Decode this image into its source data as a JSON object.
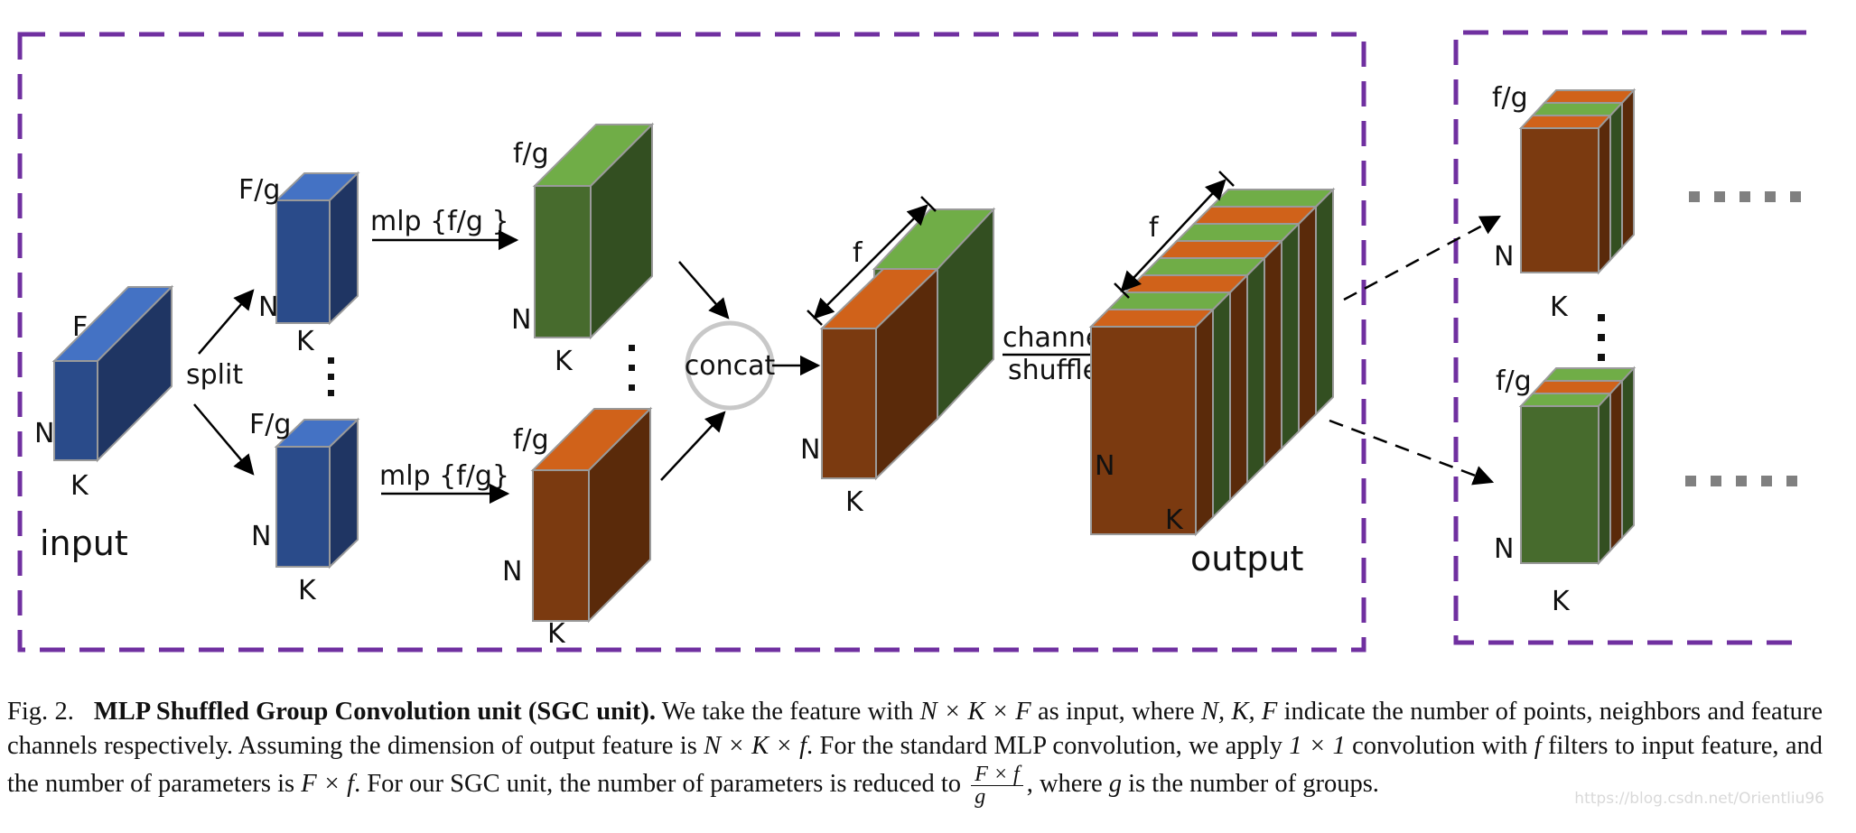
{
  "diagram": {
    "colors": {
      "frame": "#7030a0",
      "blue_front": "#2a4b8a",
      "blue_top": "#4472c4",
      "blue_side": "#1f3563",
      "green_front": "#476b2d",
      "green_top": "#70ad47",
      "green_side": "#334f21",
      "brown_front": "#7b3a10",
      "brown_top": "#d0621a",
      "brown_side": "#5a2a0a",
      "circle": "#c8c8c8"
    },
    "labels": {
      "input_F": "F",
      "input_N": "N",
      "input_K": "K",
      "input": "input",
      "split": "split",
      "split_top_Fg": "F/g",
      "split_top_N": "N",
      "split_top_K": "K",
      "split_bot_Fg": "F/g",
      "split_bot_N": "N",
      "split_bot_K": "K",
      "mlp_top": "mlp {f/g }",
      "mlp_bot": "mlp {f/g}",
      "green_fg": "f/g",
      "green_N": "N",
      "green_K": "K",
      "orange_fg": "f/g",
      "orange_N": "N",
      "orange_K": "K",
      "concat": "concat",
      "concat_f": "f",
      "concat_N": "N",
      "concat_K": "K",
      "channel": "channel",
      "shuffle": "shuffle",
      "out_f": "f",
      "out_N": "N",
      "out_K": "K",
      "output": "output",
      "r1_fg": "f/g",
      "r1_N": "N",
      "r1_K": "K",
      "r2_fg": "f/g",
      "r2_N": "N",
      "r2_K": "K"
    }
  },
  "caption": {
    "fig_label": "Fig. 2.",
    "title": "MLP Shuffled Group Convolution unit (SGC unit).",
    "t1": " We take the feature with ",
    "m1": "N × K × F",
    "t2": " as input, where ",
    "m2": "N, K, F",
    "t3": " indicate the number of points, neighbors and feature channels respectively. Assuming the dimension of output feature is ",
    "m3": "N × K × f",
    "t4": ". For the standard MLP convolution, we apply ",
    "m4": "1 × 1",
    "t5": " convolution with ",
    "m5": "f",
    "t6": " filters to input feature, and the number of parameters is ",
    "m6": "F × f",
    "t7": ". For our SGC unit, the number of parameters is reduced to ",
    "frac_num": "F × f",
    "frac_den": "g",
    "t8": ", where ",
    "m7": "g",
    "t9": " is the number of groups."
  },
  "watermark": "https://blog.csdn.net/Orientliu96"
}
